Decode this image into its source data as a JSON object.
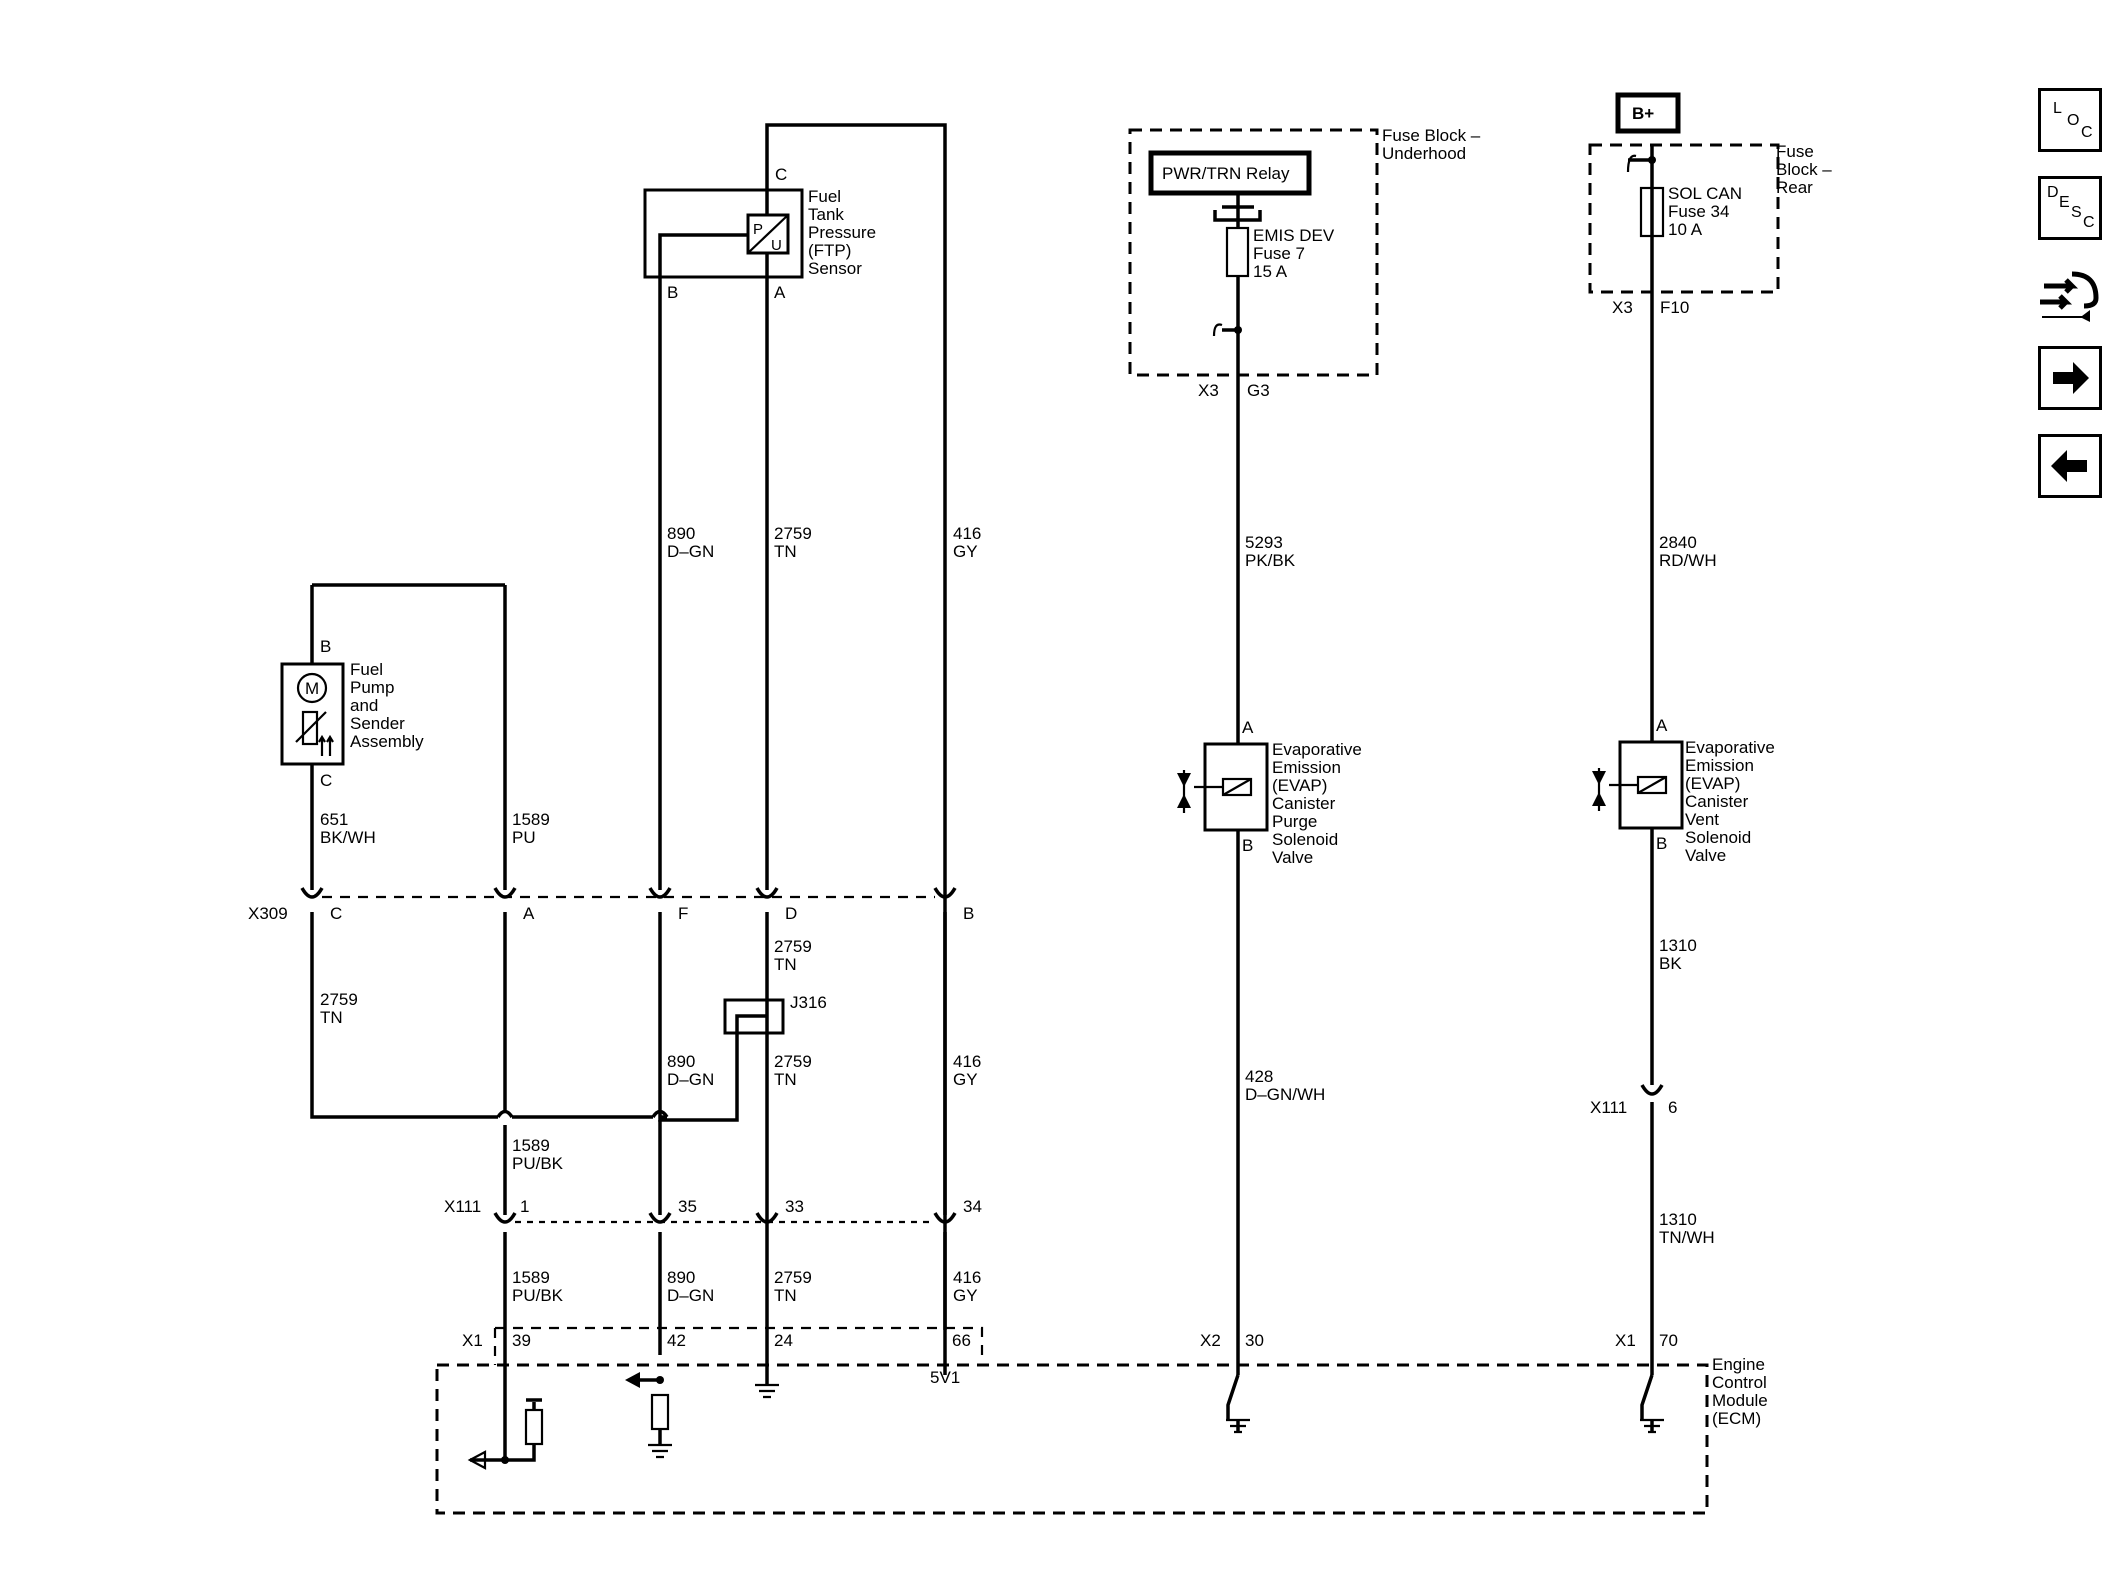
{
  "labels": {
    "c_top": "C",
    "ftp": [
      "Fuel",
      "Tank",
      "Pressure",
      "(FTP)",
      "Sensor"
    ],
    "pu_p": "P",
    "pu_u": "U",
    "ftp_b": "B",
    "ftp_a": "A",
    "fuse_ub": [
      "Fuse Block –",
      "Underhood"
    ],
    "relay": "PWR/TRN Relay",
    "emis": [
      "EMIS DEV",
      "Fuse 7",
      "15 A"
    ],
    "x3_a": "X3",
    "g3": "G3",
    "bplus": "B+",
    "fuse_rear": [
      "Fuse",
      "Block –",
      "Rear"
    ],
    "solcan": [
      "SOL CAN",
      "Fuse 34",
      "10 A"
    ],
    "x3_b": "X3",
    "f10": "F10",
    "w890": [
      "890",
      "D–GN"
    ],
    "w2759a": [
      "2759",
      "TN"
    ],
    "w416a": [
      "416",
      "GY"
    ],
    "w5293": [
      "5293",
      "PK/BK"
    ],
    "w2840": [
      "2840",
      "RD/WH"
    ],
    "fp_b": "B",
    "fp_c": "C",
    "fp_m": "M",
    "fuel_pump": [
      "Fuel",
      "Pump",
      "and",
      "Sender",
      "Assembly"
    ],
    "w651": [
      "651",
      "BK/WH"
    ],
    "w1589a": [
      "1589",
      "PU"
    ],
    "purge_a": "A",
    "purge_b": "B",
    "purge": [
      "Evaporative",
      "Emission",
      "(EVAP)",
      "Canister",
      "Purge",
      "Solenoid",
      "Valve"
    ],
    "vent_a": "A",
    "vent_b": "B",
    "vent": [
      "Evaporative",
      "Emission",
      "(EVAP)",
      "Canister",
      "Vent",
      "Solenoid",
      "Valve"
    ],
    "x309": "X309",
    "x309_c": "C",
    "x309_a": "A",
    "x309_f": "F",
    "x309_d": "D",
    "x309_b": "B",
    "w2759b": [
      "2759",
      "TN"
    ],
    "w2759c": [
      "2759",
      "TN"
    ],
    "j316": "J316",
    "w890b": [
      "890",
      "D–GN"
    ],
    "w2759d": [
      "2759",
      "TN"
    ],
    "w416b": [
      "416",
      "GY"
    ],
    "w1310a": [
      "1310",
      "BK"
    ],
    "w428": [
      "428",
      "D–GN/WH"
    ],
    "x111_a": "X111",
    "x111_6": "6",
    "w1589b": [
      "1589",
      "PU/BK"
    ],
    "x111_b": "X111",
    "p1": "1",
    "p35": "35",
    "p33": "33",
    "p34": "34",
    "w1310b": [
      "1310",
      "TN/WH"
    ],
    "w1589c": [
      "1589",
      "PU/BK"
    ],
    "w890c": [
      "890",
      "D–GN"
    ],
    "w2759e": [
      "2759",
      "TN"
    ],
    "w416c": [
      "416",
      "GY"
    ],
    "x1_a": "X1",
    "p39": "39",
    "p42": "42",
    "p24": "24",
    "p66": "66",
    "x2": "X2",
    "p30": "30",
    "x1_b": "X1",
    "p70": "70",
    "ecm": [
      "Engine",
      "Control",
      "Module",
      "(ECM)"
    ],
    "v5v1": "5V1"
  },
  "nav": {
    "loc": [
      "L",
      "O",
      "C"
    ],
    "desc": [
      "D",
      "E",
      "S",
      "C"
    ]
  }
}
